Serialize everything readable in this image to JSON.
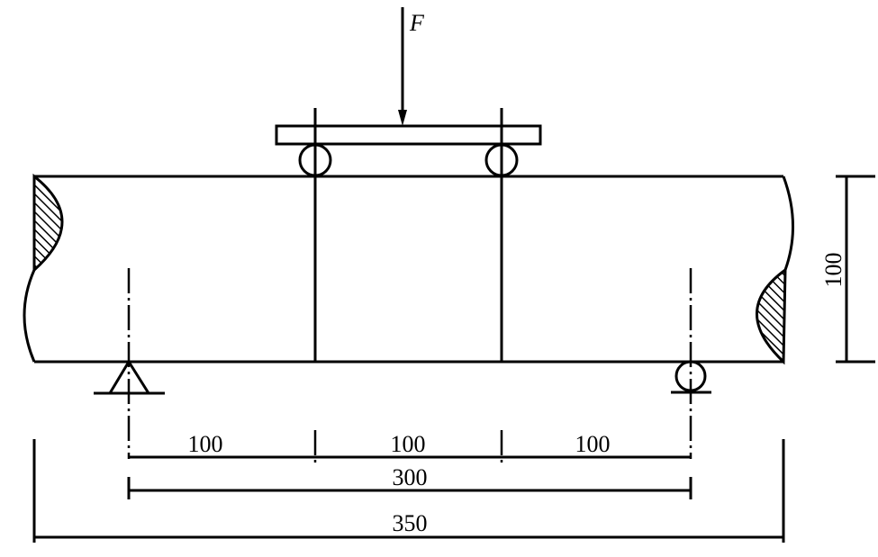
{
  "diagram": {
    "force_label": "F",
    "beam_height_label": "100",
    "span_labels": [
      "100",
      "100",
      "100"
    ],
    "support_span_label": "300",
    "total_length_label": "350"
  }
}
